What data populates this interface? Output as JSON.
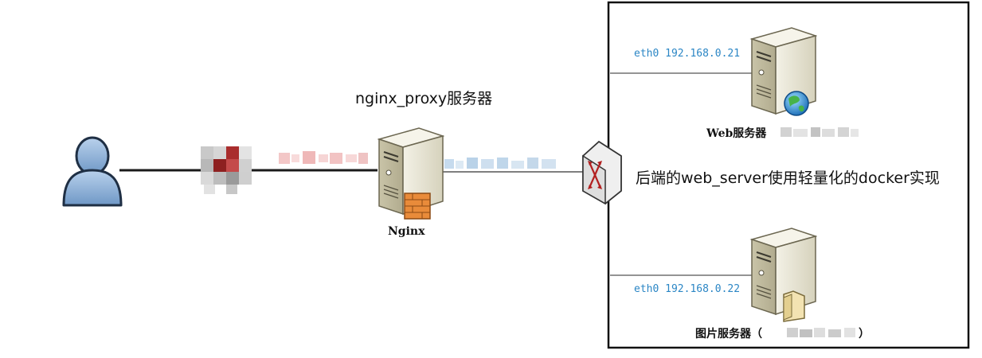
{
  "diagram": {
    "proxy_title": "nginx_proxy服务器",
    "nginx_label": "Nginx",
    "web_server": {
      "eth": "eth0 192.168.0.21",
      "label": "Web服务器"
    },
    "image_server": {
      "eth": "eth0 192.168.0.22",
      "label": "图片服务器（",
      "close": "）"
    },
    "note": "后端的web_server使用轻量化的docker实现"
  },
  "colors": {
    "line": "#222222",
    "thin_line": "#555555",
    "accent_eth": "#2b86c5",
    "user_body": "#8fb4dc",
    "server_body": "#e9e6d6"
  },
  "icons": [
    "user-icon",
    "server-icon",
    "firewall-icon",
    "globe-icon",
    "folder-icon",
    "switch-icon"
  ]
}
